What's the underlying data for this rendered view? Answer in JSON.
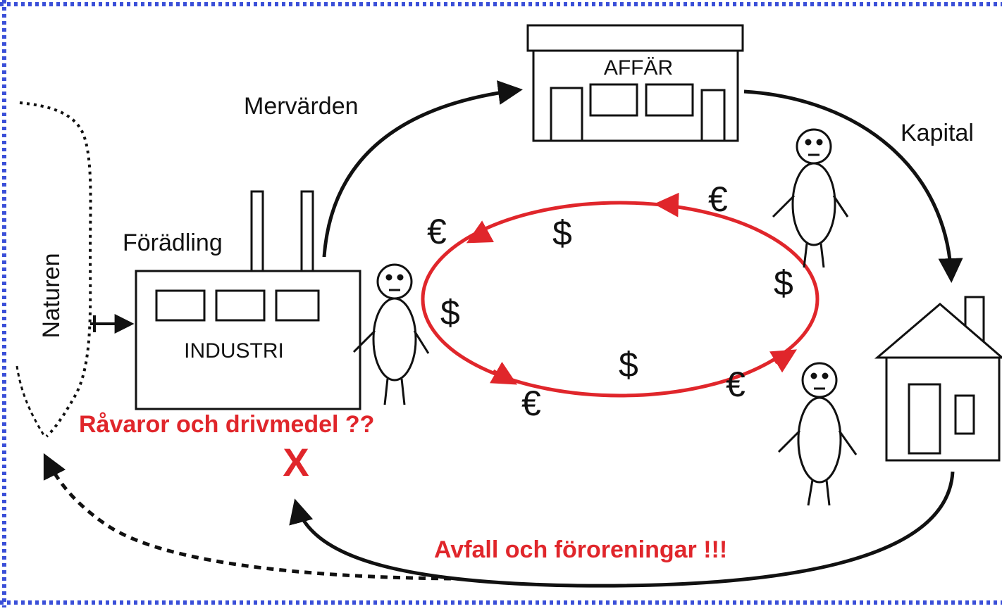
{
  "labels": {
    "store": "AFFÄR",
    "added_value": "Mervärden",
    "capital": "Kapital",
    "refinement": "Förädling",
    "nature": "Naturen",
    "industry": "INDUSTRI",
    "raw_materials": "Råvaror och drivmedel ??",
    "cross_mark": "X",
    "waste": "Avfall och föroreningar !!!"
  },
  "currency_symbols": [
    "€",
    "$",
    "€",
    "$",
    "$",
    "$",
    "€",
    "€"
  ],
  "colors": {
    "money_loop": "#e0262b",
    "warning_text": "#e0262b",
    "line": "#111111",
    "border": "#3a4fd8"
  }
}
